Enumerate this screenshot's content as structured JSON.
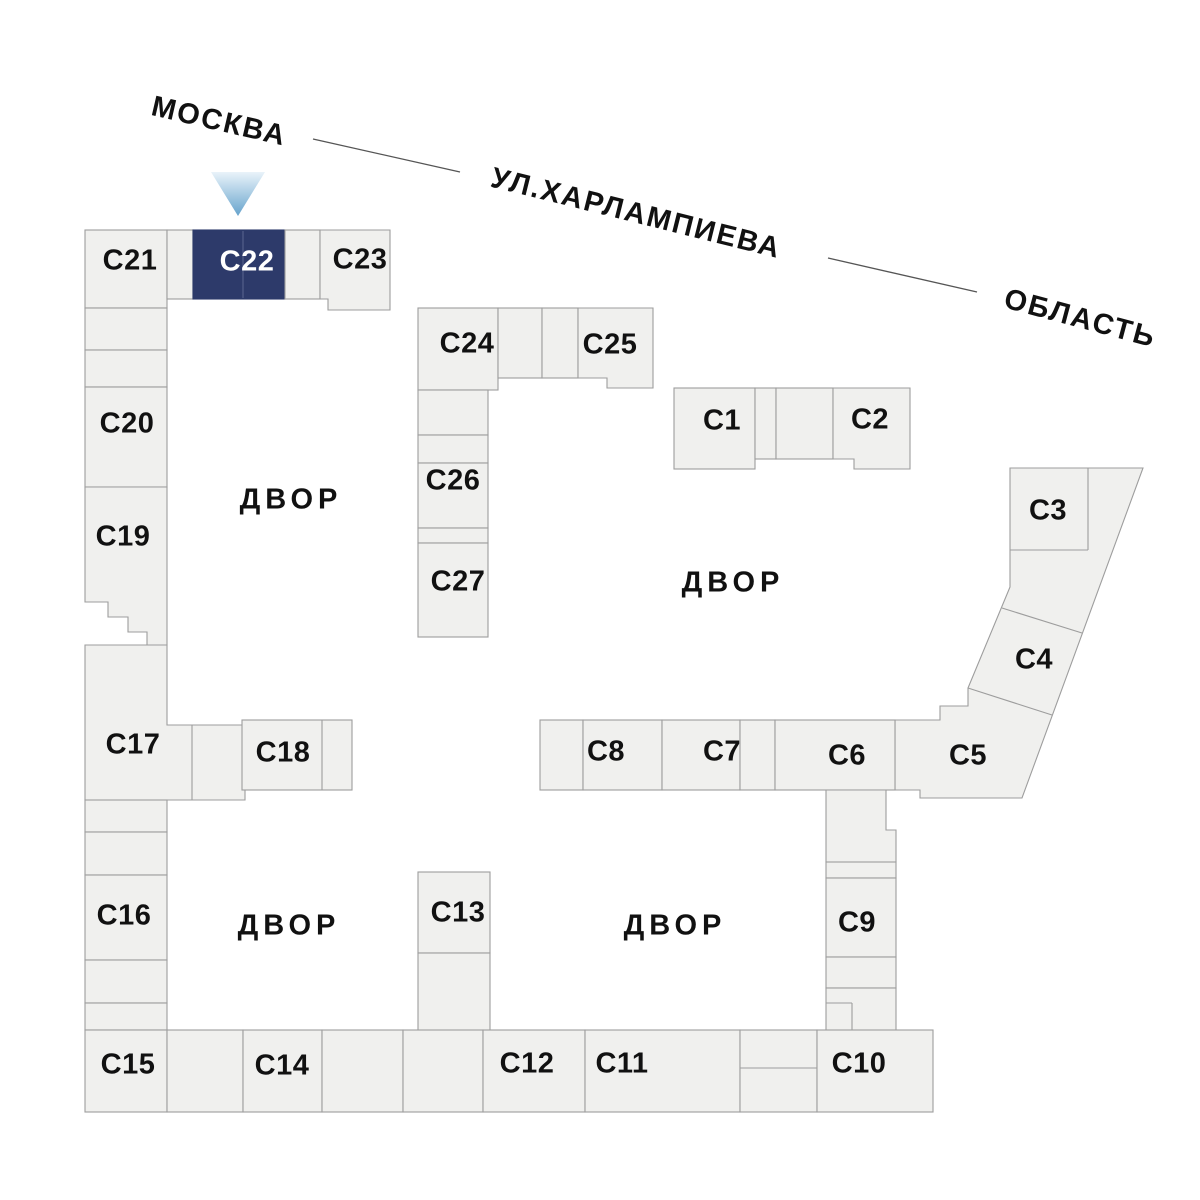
{
  "street_labels": {
    "moscow": "МОСКВА",
    "street": "УЛ.ХАРЛАМПИЕВА",
    "oblast": "ОБЛАСТЬ"
  },
  "courtyard_label": "ДВОР",
  "selected_block": "С22",
  "blocks": {
    "c1": "С1",
    "c2": "С2",
    "c3": "С3",
    "c4": "С4",
    "c5": "С5",
    "c6": "С6",
    "c7": "С7",
    "c8": "С8",
    "c9": "С9",
    "c10": "С10",
    "c11": "С11",
    "c12": "С12",
    "c13": "С13",
    "c14": "С14",
    "c15": "С15",
    "c16": "С16",
    "c17": "С17",
    "c18": "С18",
    "c19": "С19",
    "c20": "С20",
    "c21": "С21",
    "c22": "С22",
    "c23": "С23",
    "c24": "С24",
    "c25": "С25",
    "c26": "С26",
    "c27": "С27"
  },
  "colors": {
    "block_fill": "#f0f0ee",
    "block_border": "#9d9d9d",
    "selected_fill": "#2d3a6a",
    "selected_text": "#ffffff",
    "label_text": "#111111",
    "marker_top": "#e9f3fa",
    "marker_bottom": "#66a3cc"
  }
}
